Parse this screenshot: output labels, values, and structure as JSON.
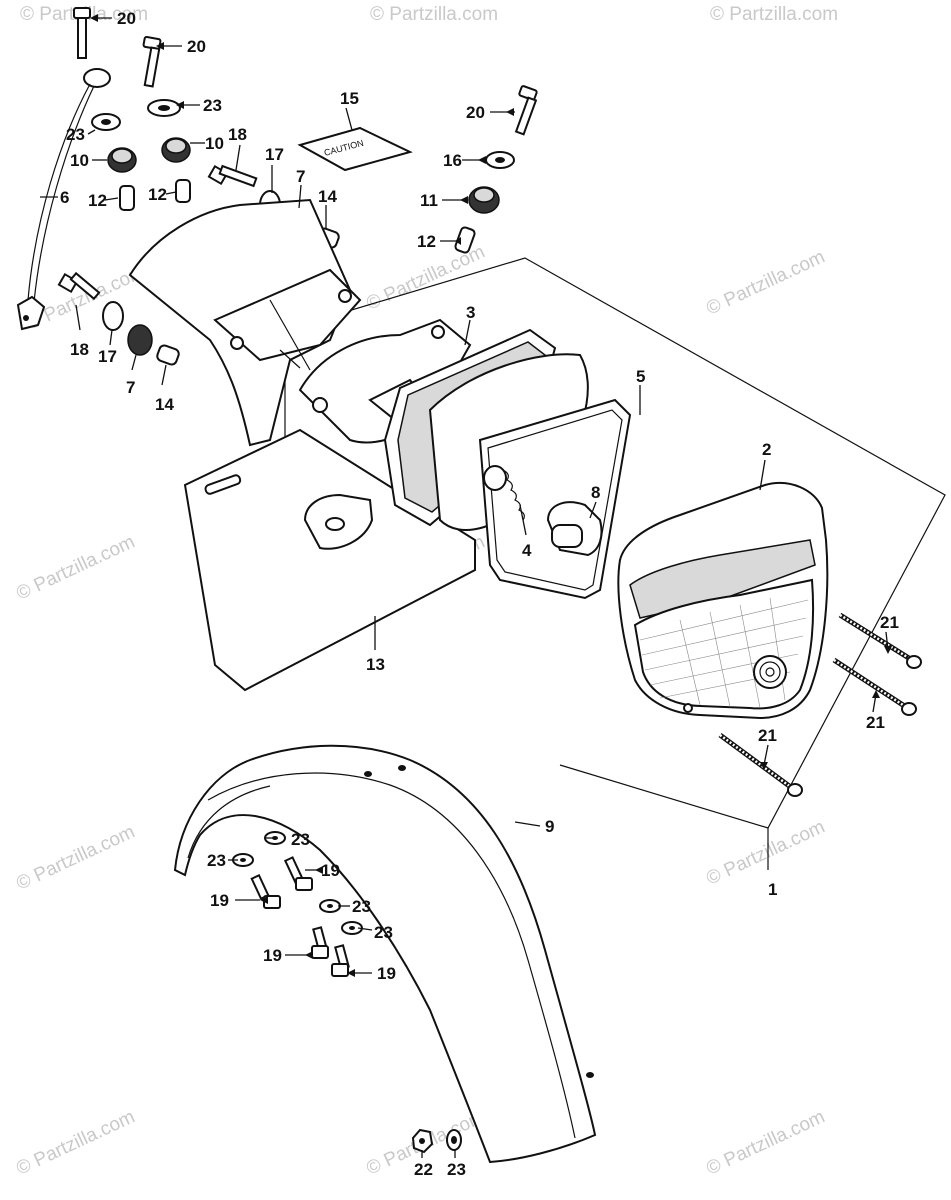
{
  "watermark": "© Partzilla.com",
  "caution_tag_text": "CAUTION",
  "callouts": [
    {
      "id": "c1",
      "label": "1"
    },
    {
      "id": "c2",
      "label": "2"
    },
    {
      "id": "c3",
      "label": "3"
    },
    {
      "id": "c4",
      "label": "4"
    },
    {
      "id": "c5",
      "label": "5"
    },
    {
      "id": "c6",
      "label": "6"
    },
    {
      "id": "c7a",
      "label": "7"
    },
    {
      "id": "c7b",
      "label": "7"
    },
    {
      "id": "c8",
      "label": "8"
    },
    {
      "id": "c9",
      "label": "9"
    },
    {
      "id": "c10a",
      "label": "10"
    },
    {
      "id": "c10b",
      "label": "10"
    },
    {
      "id": "c11",
      "label": "11"
    },
    {
      "id": "c12a",
      "label": "12"
    },
    {
      "id": "c12b",
      "label": "12"
    },
    {
      "id": "c12c",
      "label": "12"
    },
    {
      "id": "c13",
      "label": "13"
    },
    {
      "id": "c14a",
      "label": "14"
    },
    {
      "id": "c14b",
      "label": "14"
    },
    {
      "id": "c15",
      "label": "15"
    },
    {
      "id": "c16",
      "label": "16"
    },
    {
      "id": "c17a",
      "label": "17"
    },
    {
      "id": "c17b",
      "label": "17"
    },
    {
      "id": "c18a",
      "label": "18"
    },
    {
      "id": "c18b",
      "label": "18"
    },
    {
      "id": "c19a",
      "label": "19"
    },
    {
      "id": "c19b",
      "label": "19"
    },
    {
      "id": "c19c",
      "label": "19"
    },
    {
      "id": "c19d",
      "label": "19"
    },
    {
      "id": "c20a",
      "label": "20"
    },
    {
      "id": "c20b",
      "label": "20"
    },
    {
      "id": "c20c",
      "label": "20"
    },
    {
      "id": "c21a",
      "label": "21"
    },
    {
      "id": "c21b",
      "label": "21"
    },
    {
      "id": "c21c",
      "label": "21"
    },
    {
      "id": "c22",
      "label": "22"
    },
    {
      "id": "c23a",
      "label": "23"
    },
    {
      "id": "c23b",
      "label": "23"
    },
    {
      "id": "c23c",
      "label": "23"
    },
    {
      "id": "c23d",
      "label": "23"
    },
    {
      "id": "c23e",
      "label": "23"
    },
    {
      "id": "c23f",
      "label": "23"
    },
    {
      "id": "c23g",
      "label": "23"
    }
  ]
}
